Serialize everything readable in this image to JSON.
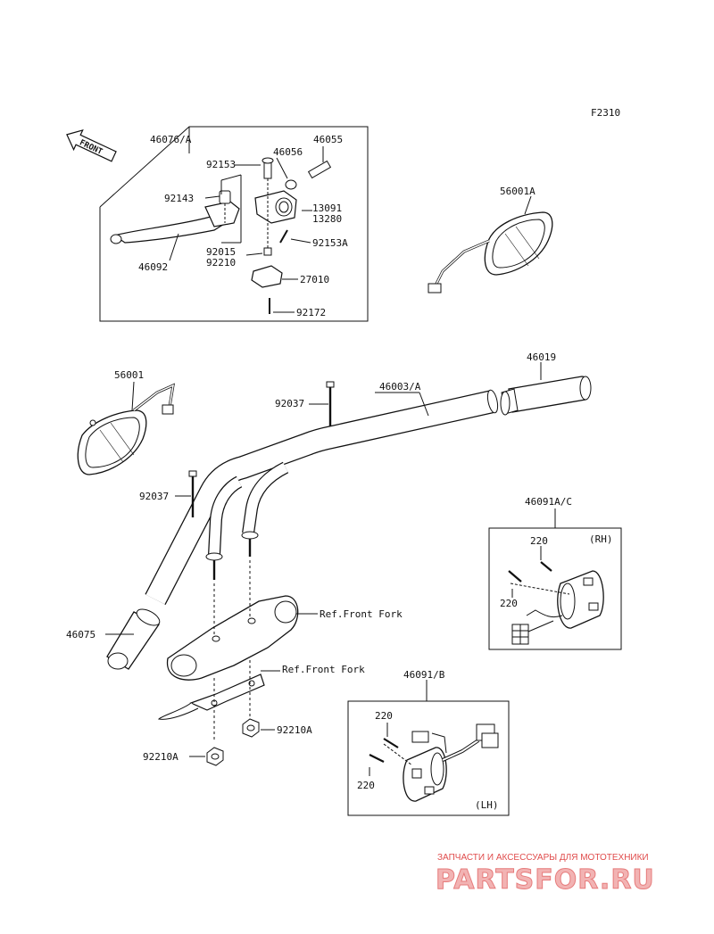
{
  "figure_code": "F2310",
  "front_label": "FRONT",
  "labels": {
    "lever_assy": "46076/A",
    "n46055": "46055",
    "n92153": "92153",
    "n46056": "46056",
    "n92143": "92143",
    "n13091": "13091",
    "n13280": "13280",
    "n92153a": "92153A",
    "n92015": "92015",
    "n92210": "92210",
    "n46092": "46092",
    "n27010": "27010",
    "n92172": "92172",
    "mirror_right": "56001A",
    "mirror_left": "56001",
    "n46019": "46019",
    "handlebar": "46003/A",
    "n92037_top": "92037",
    "n92037_left": "92037",
    "n46075": "46075",
    "ref_fork_1": "Ref.Front Fork",
    "ref_fork_2": "Ref.Front Fork",
    "n92210a_right": "92210A",
    "n92210a_left": "92210A",
    "rh_switch": "46091A/C",
    "rh_tag": "(RH)",
    "rh_220_top": "220",
    "rh_220_mid": "220",
    "lh_switch": "46091/B",
    "lh_tag": "(LH)",
    "lh_220_top": "220",
    "lh_220_bot": "220"
  },
  "watermark": {
    "subtitle": "ЗАПЧАСТИ И АКСЕССУАРЫ ДЛЯ МОТОТЕХНИКИ",
    "logo": "PARTSFOR.RU"
  },
  "colors": {
    "line": "#111111",
    "watermark": "#e04b4b",
    "watermark_fill": "#f2b3b3"
  }
}
